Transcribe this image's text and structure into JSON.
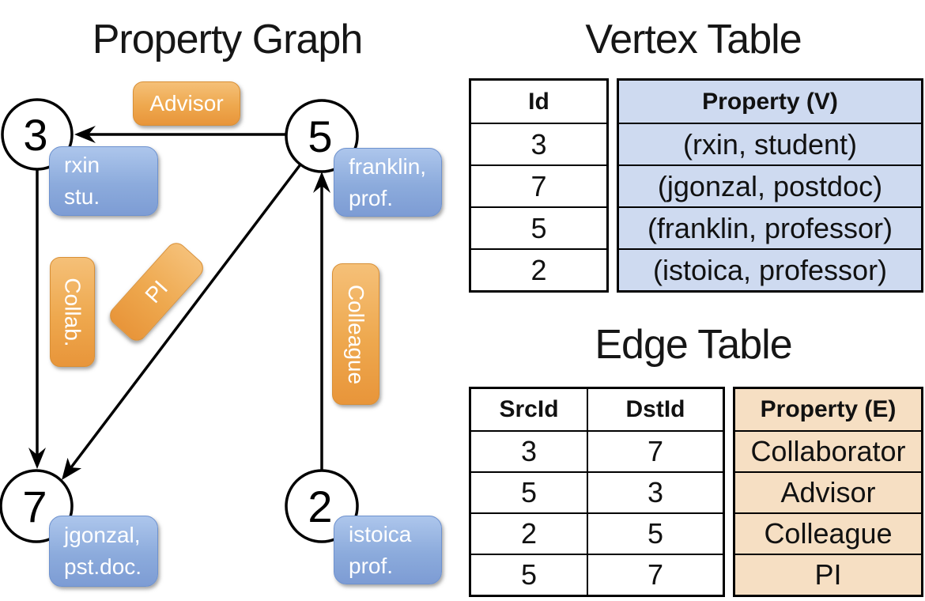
{
  "slide": {
    "graph_title": "Property Graph",
    "vertex_table_title": "Vertex Table",
    "edge_table_title": "Edge Table"
  },
  "graph": {
    "vertices": [
      {
        "id": "3",
        "property_lines": [
          "rxin",
          "stu."
        ]
      },
      {
        "id": "5",
        "property_lines": [
          "franklin,",
          "prof."
        ]
      },
      {
        "id": "7",
        "property_lines": [
          "jgonzal,",
          "pst.doc."
        ]
      },
      {
        "id": "2",
        "property_lines": [
          "istoica",
          "prof."
        ]
      }
    ],
    "edge_labels": [
      {
        "text": "Advisor"
      },
      {
        "text": "Collab."
      },
      {
        "text": "PI"
      },
      {
        "text": "Colleague"
      }
    ],
    "edges": [
      {
        "src": "5",
        "dst": "3",
        "label": "Advisor"
      },
      {
        "src": "3",
        "dst": "7",
        "label": "Collab."
      },
      {
        "src": "5",
        "dst": "7",
        "label": "PI"
      },
      {
        "src": "2",
        "dst": "5",
        "label": "Colleague"
      }
    ]
  },
  "vertex_table": {
    "headers": {
      "id": "Id",
      "property": "Property (V)"
    },
    "rows": [
      {
        "id": "3",
        "property": "(rxin, student)"
      },
      {
        "id": "7",
        "property": "(jgonzal, postdoc)"
      },
      {
        "id": "5",
        "property": "(franklin, professor)"
      },
      {
        "id": "2",
        "property": "(istoica, professor)"
      }
    ]
  },
  "edge_table": {
    "headers": {
      "src": "SrcId",
      "dst": "DstId",
      "property": "Property (E)"
    },
    "rows": [
      {
        "src": "3",
        "dst": "7",
        "property": "Collaborator"
      },
      {
        "src": "5",
        "dst": "3",
        "property": "Advisor"
      },
      {
        "src": "2",
        "dst": "5",
        "property": "Colleague"
      },
      {
        "src": "5",
        "dst": "7",
        "property": "PI"
      }
    ]
  },
  "colors": {
    "edge_label_orange_top": "#f5c078",
    "edge_label_orange_bottom": "#e8953a",
    "vertex_box_blue_top": "#adc6ec",
    "vertex_box_blue_bottom": "#7d9cd4",
    "vertex_table_property_fill": "#cedaf0",
    "edge_table_property_fill": "#f6dfc3",
    "line_color": "#000000",
    "label_text": "#ffffff"
  }
}
